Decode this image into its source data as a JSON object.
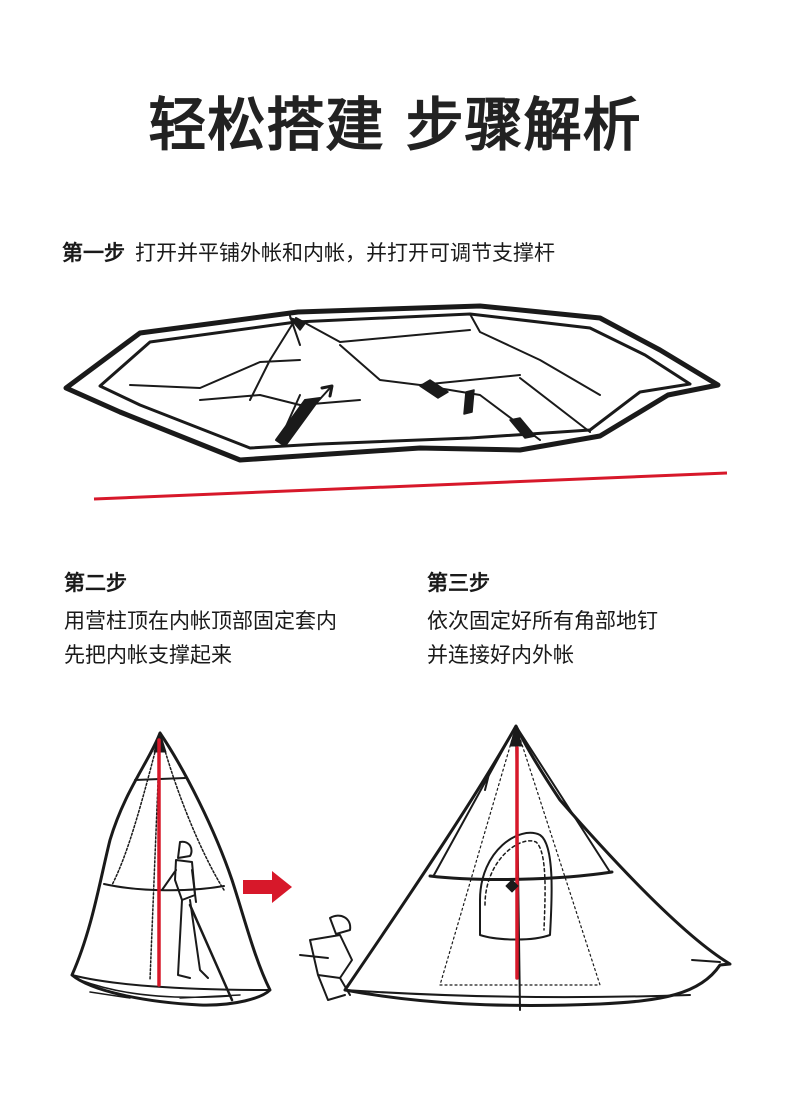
{
  "page": {
    "title": "轻松搭建 步骤解析"
  },
  "steps": [
    {
      "label": "第一步",
      "text": "打开并平铺外帐和内帐，并打开可调节支撑杆"
    },
    {
      "label": "第二步",
      "line1": "用营柱顶在内帐顶部固定套内",
      "line2": "先把内帐支撑起来"
    },
    {
      "label": "第三步",
      "line1": "依次固定好所有角部地钉",
      "line2": "并连接好内外帐"
    }
  ],
  "colors": {
    "accent_red": "#d7182a",
    "line_black": "#1a1a1a"
  },
  "icons": {
    "arrow": "right-arrow-icon"
  }
}
